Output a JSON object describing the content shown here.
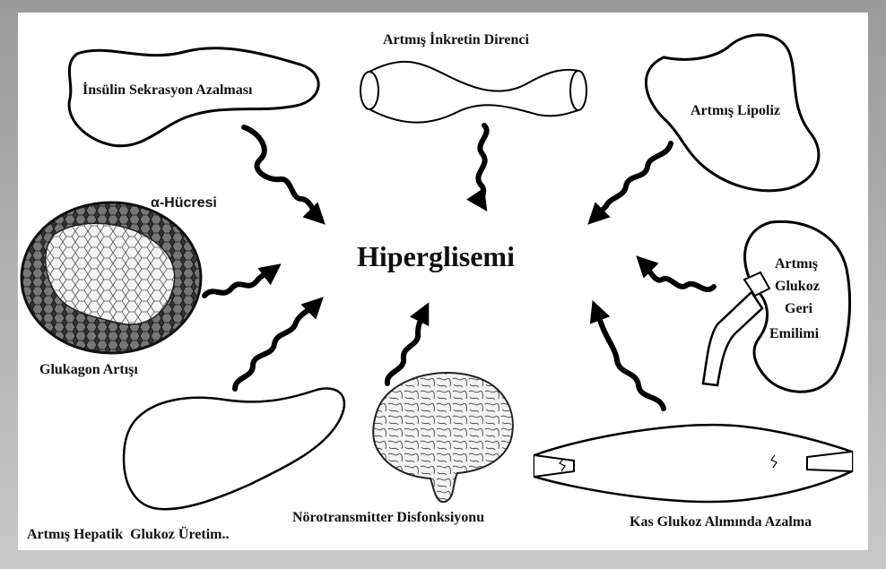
{
  "center": {
    "label": "Hiperglisemi"
  },
  "factors": {
    "insulin": "İnsülin Sekrasyon Azalması",
    "incretin": "Artmış İnkretin Direnci",
    "lipolysis": "Artmış Lipoliz",
    "alpha_cell": "α-Hücresi",
    "glucagon": "Glukagon Artışı",
    "kidney": [
      "Artmış",
      "Glukoz",
      "Geri",
      "Emilimi"
    ],
    "hepatic": "Artmış Hepatik  Glukoz Üretim..",
    "neuro": "Nörotransmitter Disfonksiyonu",
    "muscle": "Kas Glukoz Alımında Azalma"
  }
}
